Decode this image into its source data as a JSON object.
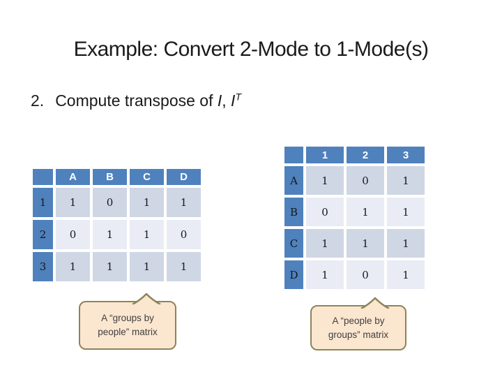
{
  "slide": {
    "title": "Example: Convert 2-Mode to 1-Mode(s)"
  },
  "step": {
    "number": "2.",
    "text": "Compute transpose of ",
    "symbol_i": "I",
    "comma": ", ",
    "transpose_base": "I",
    "transpose_sup": "T"
  },
  "colors": {
    "header_blue": "#4f81bd",
    "band_dark": "#cfd6e4",
    "band_light": "#e9ecf4",
    "callout_fill": "#fbe6d0",
    "callout_border": "#8c845a"
  },
  "left_table": {
    "corner": "",
    "col_headers": [
      "A",
      "B",
      "C",
      "D"
    ],
    "rows": [
      {
        "label": "1",
        "values": [
          "1",
          "0",
          "1",
          "1"
        ]
      },
      {
        "label": "2",
        "values": [
          "0",
          "1",
          "1",
          "0"
        ]
      },
      {
        "label": "3",
        "values": [
          "1",
          "1",
          "1",
          "1"
        ]
      }
    ]
  },
  "right_table": {
    "corner": "",
    "col_headers": [
      "1",
      "2",
      "3"
    ],
    "rows": [
      {
        "label": "A",
        "values": [
          "1",
          "0",
          "1"
        ]
      },
      {
        "label": "B",
        "values": [
          "0",
          "1",
          "1"
        ]
      },
      {
        "label": "C",
        "values": [
          "1",
          "1",
          "1"
        ]
      },
      {
        "label": "D",
        "values": [
          "1",
          "0",
          "1"
        ]
      }
    ]
  },
  "callouts": {
    "left": {
      "line1": "A “groups by",
      "line2": "people” matrix"
    },
    "right": {
      "line1": "A “people by",
      "line2": "groups” matrix"
    }
  }
}
